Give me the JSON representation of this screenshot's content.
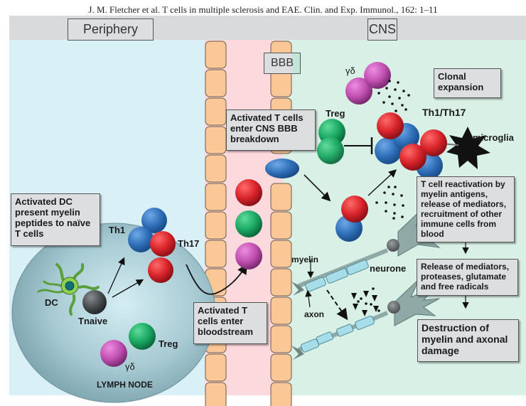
{
  "citation": "J. M. Fletcher et al. T cells in multiple sclerosis and EAE. Clin. and Exp. Immunol., 162: 1–11",
  "regions": {
    "periphery": "Periphery",
    "cns": "CNS",
    "bbb": "BBB"
  },
  "lymph_node": {
    "title": "LYMPH NODE",
    "box_activated_dc": "Activated DC present myelin peptides to naïve T cells",
    "labels": {
      "th1": "Th1",
      "th17": "Th17",
      "dc": "DC",
      "tnaive": "Tnaive",
      "treg": "Treg",
      "gd": "γδ"
    }
  },
  "blood": {
    "box_bloodstream": "Activated T cells enter bloodstream",
    "box_enter_cns": "Activated T cells enter CNS BBB breakdown"
  },
  "cns": {
    "labels": {
      "gd": "γδ",
      "treg": "Treg",
      "th1_th17": "Th1/Th17",
      "microglia": "microglia",
      "myelin": "myelin",
      "axon": "axon",
      "neurone": "neurone"
    },
    "box_clonal": "Clonal expansion",
    "box_reactivation": "T cell reactivation by myelin antigens, release of mediators, recruitment of other immune cells from blood",
    "box_release": "Release of mediators, proteases, glutamate and free radicals",
    "box_destruction": "Destruction of myelin and axonal damage"
  },
  "colors": {
    "periphery_bg": "#d8f0f6",
    "blood_bg": "#fcd9dc",
    "cns_bg": "#d8f0e6",
    "header_bg": "#d9dadb",
    "endothelial": "#fcc797",
    "th1": "#2f6fb8",
    "th17": "#d8232a",
    "treg": "#1aa862",
    "gd": "#c04fb0",
    "tnaive": "#4a4d50",
    "dc": "#8fd14f",
    "neurone": "#8fa9a6",
    "myelin": "#a7dde8"
  }
}
